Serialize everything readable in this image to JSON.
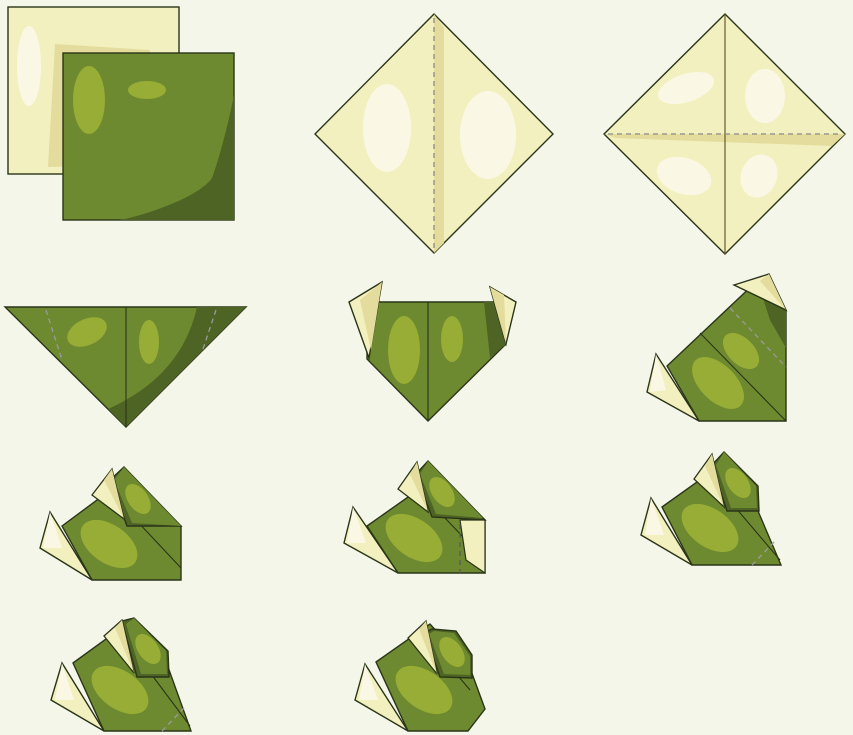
{
  "diagram": {
    "kind": "origami-instructions",
    "step_count": 11,
    "colors": {
      "background": "#f4f6ea",
      "paper_front_green": "#6e8a30",
      "paper_front_green_dark": "#4e6425",
      "paper_front_green_spot": "#98ad35",
      "paper_back_cream": "#f2f0bf",
      "paper_back_cream_shade": "#e4dc9c",
      "paper_back_cream_spot": "#faf8e4",
      "outline": "#2a3518",
      "crease_line": "#6a5a2a",
      "fold_guide_dashed": "#8a8a8a"
    },
    "steps": [
      {
        "id": "step-1-paper-sides"
      },
      {
        "id": "step-2-diagonal-crease"
      },
      {
        "id": "step-3-cross-crease"
      },
      {
        "id": "step-4-fold-triangle"
      },
      {
        "id": "step-5-raise-corners"
      },
      {
        "id": "step-6-rotate-shape"
      },
      {
        "id": "step-7-fold-top"
      },
      {
        "id": "step-8-mark-fold"
      },
      {
        "id": "step-9-fold-bottom-corner"
      },
      {
        "id": "step-10-trim-corner"
      },
      {
        "id": "step-11-final-shape"
      }
    ]
  }
}
